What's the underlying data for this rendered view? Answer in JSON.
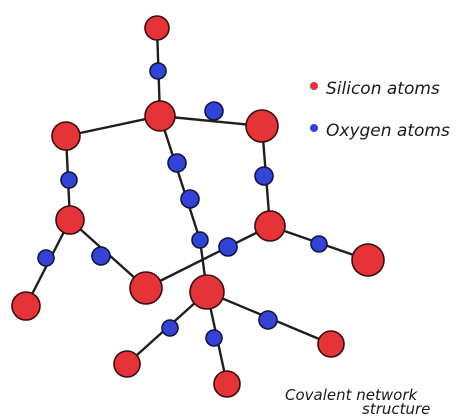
{
  "legend": {
    "silicon_label": "Silicon atoms",
    "oxygen_label": "Oxygen atoms",
    "silicon_color": "#e53338",
    "oxygen_color": "#3343d8"
  },
  "caption": {
    "line1": "Covalent network",
    "line2": "structure"
  }
}
